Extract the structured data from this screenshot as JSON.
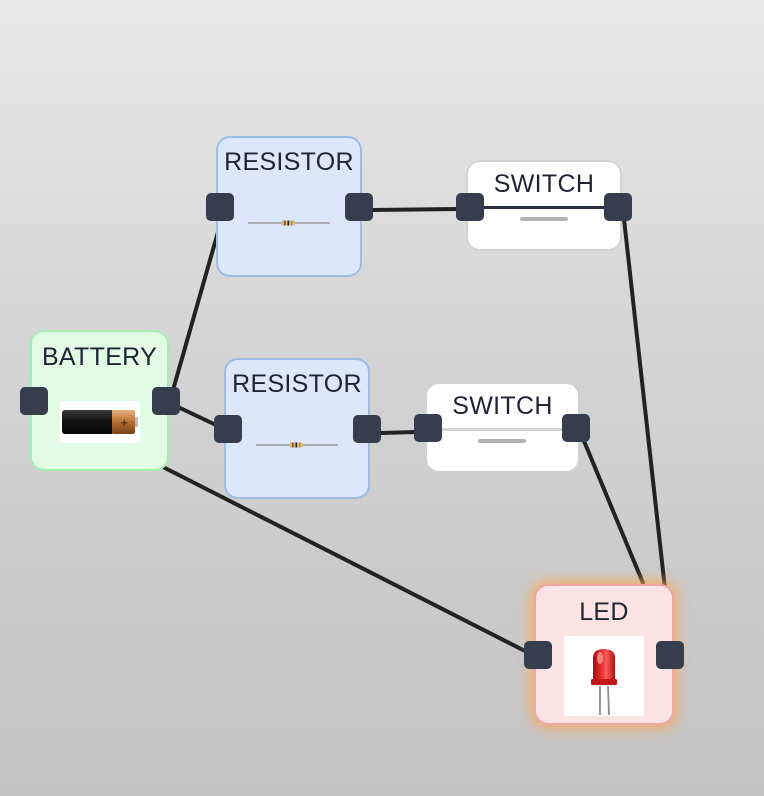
{
  "diagram": {
    "nodes": {
      "resistor_top": {
        "label": "RESISTOR"
      },
      "resistor_middle": {
        "label": "RESISTOR"
      },
      "switch_top": {
        "label": "SWITCH",
        "state": "closed"
      },
      "switch_middle": {
        "label": "SWITCH",
        "state": "open"
      },
      "battery": {
        "label": "BATTERY"
      },
      "led": {
        "label": "LED",
        "state": "lit"
      }
    },
    "connections": [
      {
        "from": "battery.right",
        "to": "resistor_top.left"
      },
      {
        "from": "battery.right",
        "to": "resistor_middle.left"
      },
      {
        "from": "battery.bottom",
        "to": "led.left"
      },
      {
        "from": "resistor_top.right",
        "to": "switch_top.left"
      },
      {
        "from": "resistor_middle.right",
        "to": "switch_middle.left"
      },
      {
        "from": "switch_top.right",
        "to": "led.top"
      },
      {
        "from": "switch_middle.right",
        "to": "led.top"
      }
    ]
  },
  "colors": {
    "wire": "#222222",
    "port": "#363d4d",
    "resistor_fill": "#dce7fb",
    "switch_fill": "#ffffff",
    "battery_fill": "#e1fbe5",
    "led_fill": "#fbe3e3",
    "led_glow": "#ffa852"
  }
}
